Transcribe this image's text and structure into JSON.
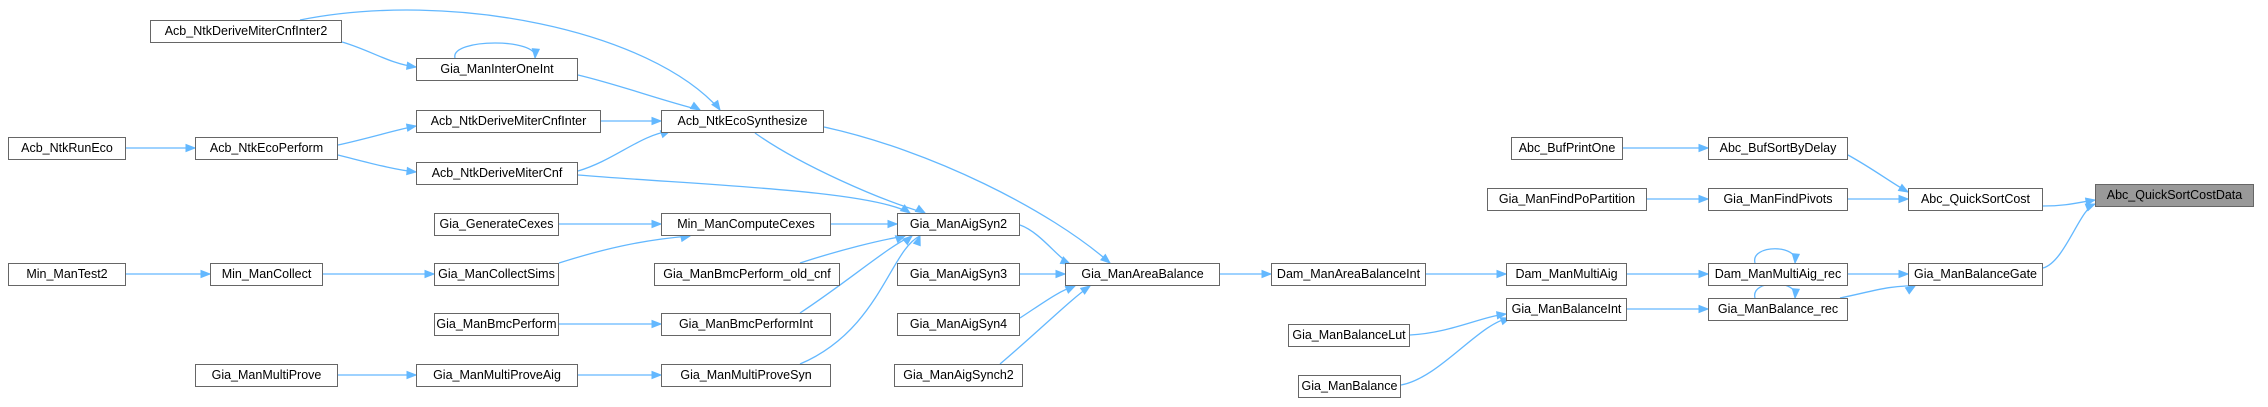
{
  "nodes": [
    {
      "id": "abc_quicksortcostdata",
      "label": "Abc_QuickSortCostData",
      "root": true
    },
    {
      "id": "abc_quicksortcost",
      "label": "Abc_QuickSortCost"
    },
    {
      "id": "gia_manbalancegate",
      "label": "Gia_ManBalanceGate"
    },
    {
      "id": "abc_bufsortbydelay",
      "label": "Abc_BufSortByDelay"
    },
    {
      "id": "gia_manfindpivots",
      "label": "Gia_ManFindPivots"
    },
    {
      "id": "abc_bufprintone",
      "label": "Abc_BufPrintOne"
    },
    {
      "id": "gia_manfindpopartition",
      "label": "Gia_ManFindPoPartition"
    },
    {
      "id": "dam_manmultiaig_rec",
      "label": "Dam_ManMultiAig_rec"
    },
    {
      "id": "gia_manbalance_rec",
      "label": "Gia_ManBalance_rec"
    },
    {
      "id": "dam_manmultiaig",
      "label": "Dam_ManMultiAig"
    },
    {
      "id": "gia_manbalanceint",
      "label": "Gia_ManBalanceInt"
    },
    {
      "id": "dam_manareabalanceint",
      "label": "Dam_ManAreaBalanceInt"
    },
    {
      "id": "gia_manbalancelut",
      "label": "Gia_ManBalanceLut"
    },
    {
      "id": "gia_manbalance",
      "label": "Gia_ManBalance"
    },
    {
      "id": "gia_manareabalance",
      "label": "Gia_ManAreaBalance"
    },
    {
      "id": "acb_ntkecosynthesize",
      "label": "Acb_NtkEcoSynthesize"
    },
    {
      "id": "gia_manaigsyn2",
      "label": "Gia_ManAigSyn2"
    },
    {
      "id": "gia_manaigsyn3",
      "label": "Gia_ManAigSyn3"
    },
    {
      "id": "gia_manaigsyn4",
      "label": "Gia_ManAigSyn4"
    },
    {
      "id": "gia_manaigsynch2",
      "label": "Gia_ManAigSynch2"
    },
    {
      "id": "acb_ntkderivemitercnfinter2",
      "label": "Acb_NtkDeriveMiterCnfInter2"
    },
    {
      "id": "gia_maninteroneint",
      "label": "Gia_ManInterOneInt"
    },
    {
      "id": "acb_ntkderivemitercnfinter",
      "label": "Acb_NtkDeriveMiterCnfInter"
    },
    {
      "id": "acb_ntkderivemitercnf",
      "label": "Acb_NtkDeriveMiterCnf"
    },
    {
      "id": "acb_ntkecoperform",
      "label": "Acb_NtkEcoPerform"
    },
    {
      "id": "acb_ntkruneco",
      "label": "Acb_NtkRunEco"
    },
    {
      "id": "min_mancomputecexes",
      "label": "Min_ManComputeCexes"
    },
    {
      "id": "gia_generatecexes",
      "label": "Gia_GenerateCexes"
    },
    {
      "id": "gia_mancollectsims",
      "label": "Gia_ManCollectSims"
    },
    {
      "id": "min_mancollect",
      "label": "Min_ManCollect"
    },
    {
      "id": "min_mantest2",
      "label": "Min_ManTest2"
    },
    {
      "id": "gia_manbmcperform_old_cnf",
      "label": "Gia_ManBmcPerform_old_cnf"
    },
    {
      "id": "gia_manbmcperformint",
      "label": "Gia_ManBmcPerformInt"
    },
    {
      "id": "gia_manbmcperform",
      "label": "Gia_ManBmcPerform"
    },
    {
      "id": "gia_manmultiprovesyn",
      "label": "Gia_ManMultiProveSyn"
    },
    {
      "id": "gia_manmultiproveaig",
      "label": "Gia_ManMultiProveAig"
    },
    {
      "id": "gia_manmultiprove",
      "label": "Gia_ManMultiProve"
    }
  ]
}
